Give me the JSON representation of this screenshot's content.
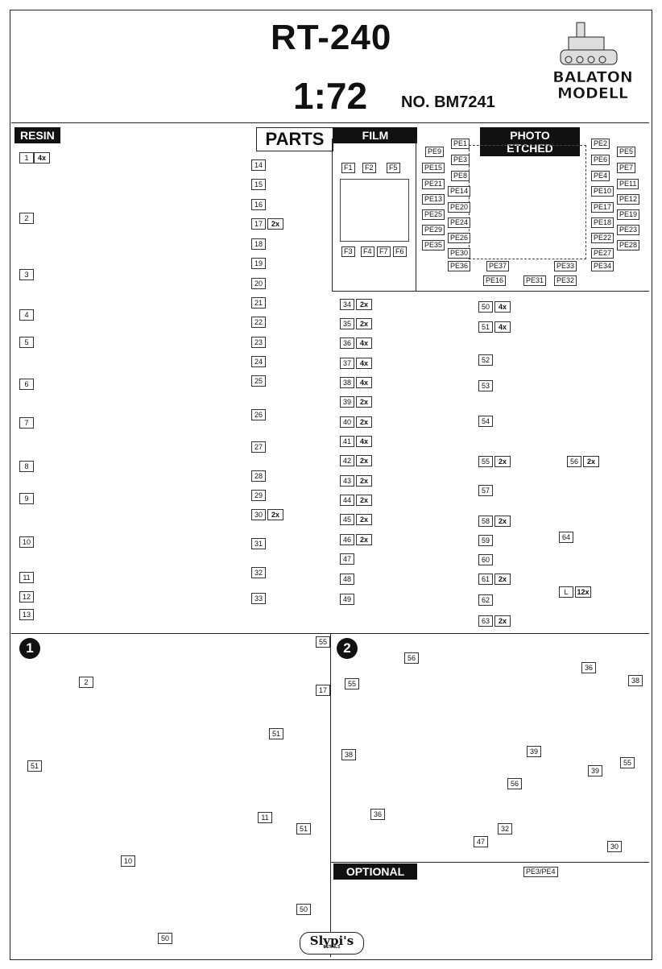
{
  "header": {
    "title": "RT-240",
    "scale": "1:72",
    "product_no": "NO. BM7241",
    "brand_logo": "BALATON MODELL"
  },
  "sections": {
    "resin": "RESIN",
    "parts": "PARTS",
    "film": "FILM",
    "photo_etched": "PHOTO ETCHED",
    "optional": "OPTIONAL"
  },
  "resin_parts": [
    {
      "n": "1",
      "qty": "4x"
    },
    {
      "n": "2"
    },
    {
      "n": "3"
    },
    {
      "n": "4"
    },
    {
      "n": "5"
    },
    {
      "n": "6"
    },
    {
      "n": "7"
    },
    {
      "n": "8"
    },
    {
      "n": "9"
    },
    {
      "n": "10"
    },
    {
      "n": "11"
    },
    {
      "n": "12"
    },
    {
      "n": "13"
    }
  ],
  "parts_col2": [
    {
      "n": "14"
    },
    {
      "n": "15"
    },
    {
      "n": "16"
    },
    {
      "n": "17",
      "qty": "2x"
    },
    {
      "n": "18"
    },
    {
      "n": "19"
    },
    {
      "n": "20"
    },
    {
      "n": "21"
    },
    {
      "n": "22"
    },
    {
      "n": "23"
    },
    {
      "n": "24"
    },
    {
      "n": "25"
    },
    {
      "n": "26"
    },
    {
      "n": "27"
    },
    {
      "n": "28"
    },
    {
      "n": "29"
    },
    {
      "n": "30",
      "qty": "2x"
    },
    {
      "n": "31"
    },
    {
      "n": "32"
    },
    {
      "n": "33"
    }
  ],
  "parts_col3": [
    {
      "n": "34",
      "qty": "2x"
    },
    {
      "n": "35",
      "qty": "2x"
    },
    {
      "n": "36",
      "qty": "4x"
    },
    {
      "n": "37",
      "qty": "4x"
    },
    {
      "n": "38",
      "qty": "4x"
    },
    {
      "n": "39",
      "qty": "2x"
    },
    {
      "n": "40",
      "qty": "2x"
    },
    {
      "n": "41",
      "qty": "4x"
    },
    {
      "n": "42",
      "qty": "2x"
    },
    {
      "n": "43",
      "qty": "2x"
    },
    {
      "n": "44",
      "qty": "2x"
    },
    {
      "n": "45",
      "qty": "2x"
    },
    {
      "n": "46",
      "qty": "2x"
    },
    {
      "n": "47"
    },
    {
      "n": "48"
    },
    {
      "n": "49"
    }
  ],
  "parts_col4": [
    {
      "n": "50",
      "qty": "4x"
    },
    {
      "n": "51",
      "qty": "4x"
    },
    {
      "n": "52"
    },
    {
      "n": "53"
    },
    {
      "n": "54"
    },
    {
      "n": "55",
      "qty": "2x"
    },
    {
      "n": "56",
      "qty": "2x"
    },
    {
      "n": "57"
    },
    {
      "n": "58",
      "qty": "2x"
    },
    {
      "n": "59"
    },
    {
      "n": "60"
    },
    {
      "n": "61",
      "qty": "2x"
    },
    {
      "n": "62"
    },
    {
      "n": "63",
      "qty": "2x"
    },
    {
      "n": "64"
    },
    {
      "n": "L",
      "qty": "12x"
    }
  ],
  "film_parts": [
    "F1",
    "F2",
    "F5",
    "F3",
    "F4",
    "F7",
    "F6"
  ],
  "pe_parts_left": [
    "PE1",
    "PE9",
    "PE3",
    "PE15",
    "PE8",
    "PE21",
    "PE14",
    "PE13",
    "PE20",
    "PE25",
    "PE24",
    "PE29",
    "PE26",
    "PE35",
    "PE30",
    "PE36",
    "PE37",
    "PE16",
    "PE31",
    "PE32",
    "PE33"
  ],
  "pe_parts_right": [
    "PE2",
    "PE5",
    "PE6",
    "PE7",
    "PE4",
    "PE11",
    "PE10",
    "PE12",
    "PE17",
    "PE19",
    "PE18",
    "PE23",
    "PE22",
    "PE28",
    "PE27",
    "PE34"
  ],
  "step1": {
    "number": "1",
    "callouts": [
      "2",
      "55",
      "17",
      "51",
      "51",
      "51",
      "11",
      "10",
      "50",
      "50"
    ]
  },
  "step2": {
    "number": "2",
    "callouts": [
      "56",
      "36",
      "38",
      "55",
      "38",
      "36",
      "39",
      "39",
      "55",
      "56",
      "32",
      "47",
      "30"
    ]
  },
  "optional_callout": "PE3/PE4",
  "footer_brand": {
    "name": "Slypi's",
    "sub": "DETAILS"
  }
}
